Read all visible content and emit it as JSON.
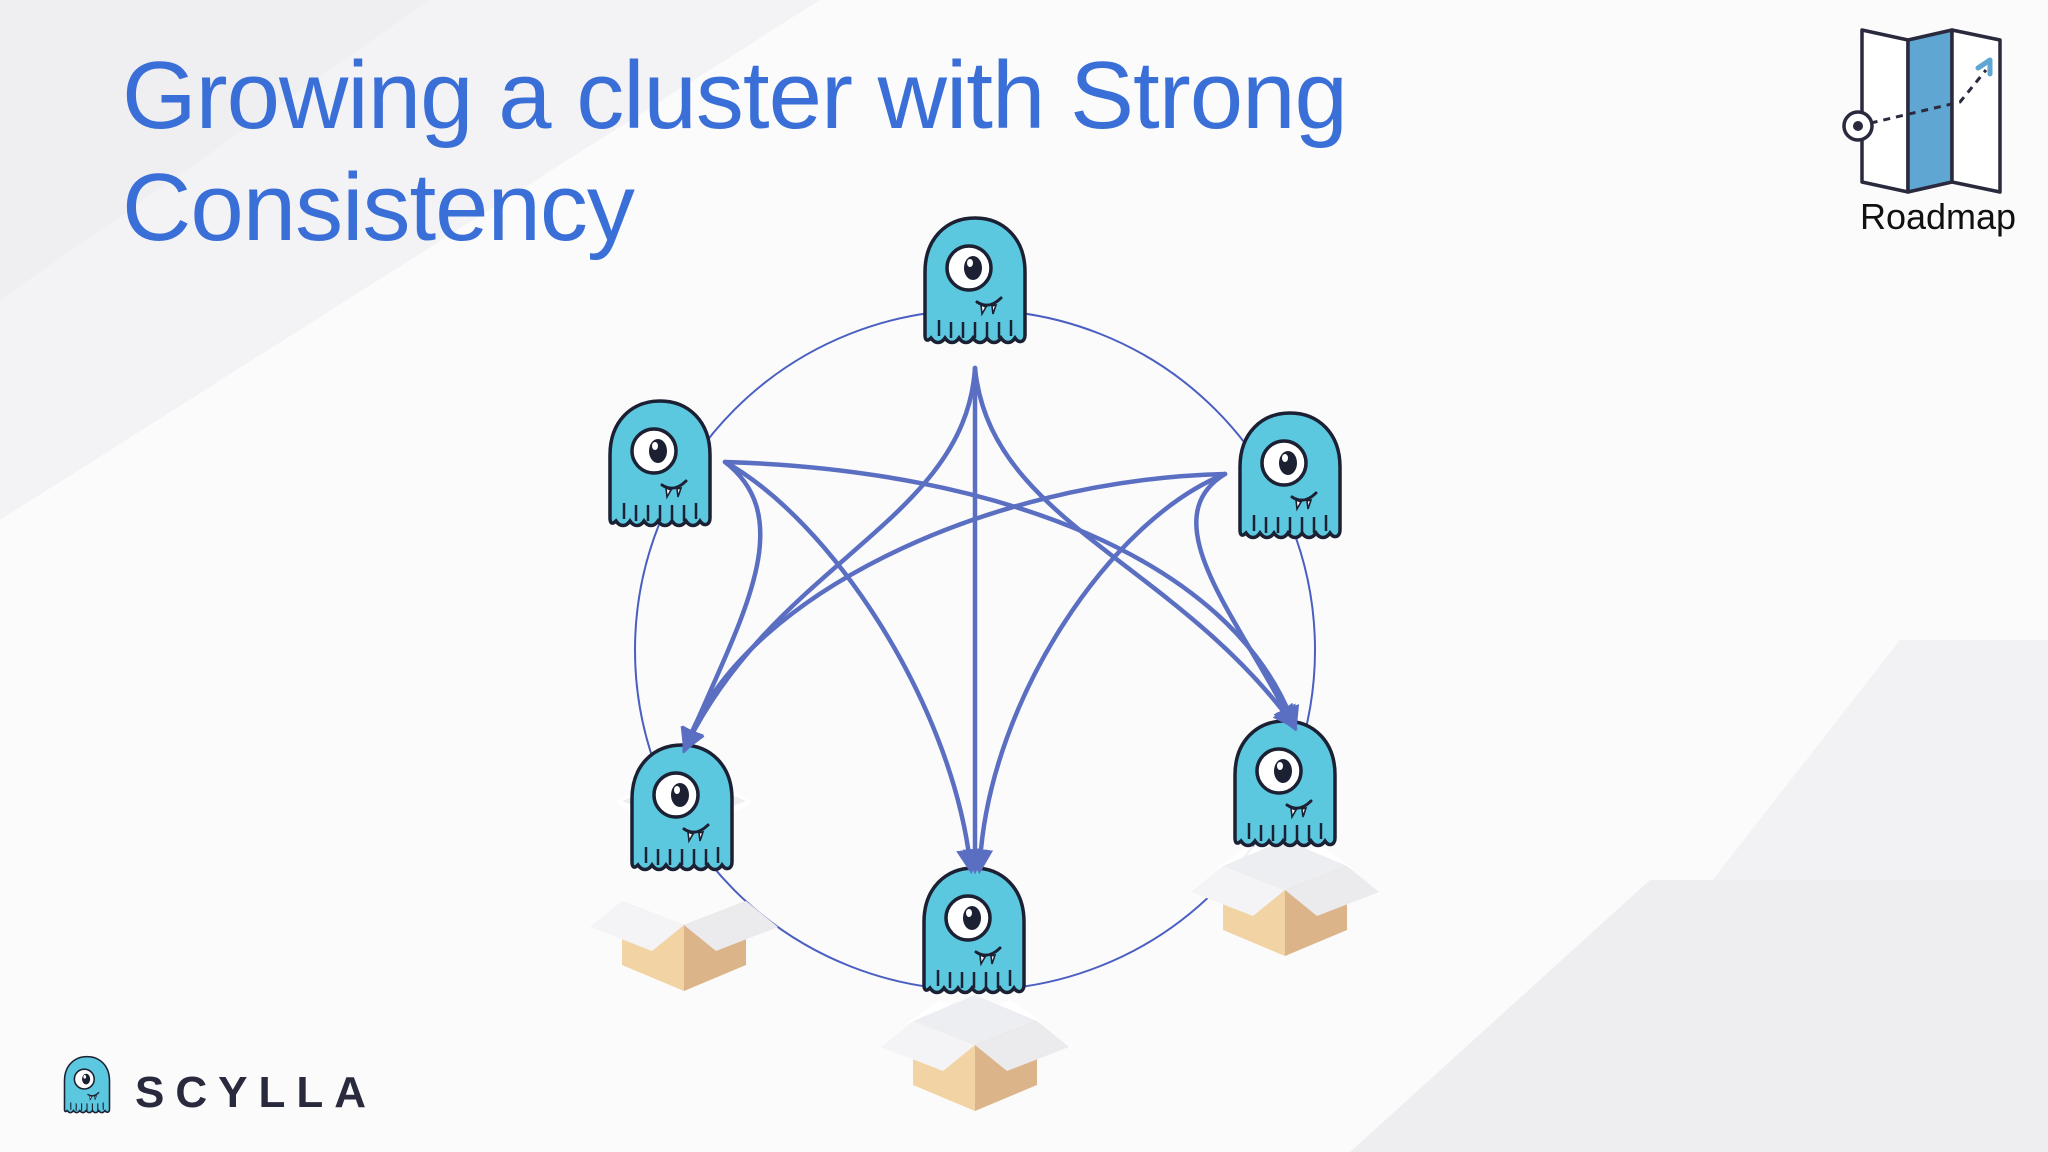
{
  "slide": {
    "title_lines": [
      "Growing a cluster with Strong",
      "Consistency"
    ],
    "roadmap_label": "Roadmap",
    "logo_text": "SCYLLA"
  },
  "diagram": {
    "existing_nodes": 3,
    "new_nodes": 3,
    "nodes": [
      {
        "id": "top",
        "role": "existing"
      },
      {
        "id": "upper-left",
        "role": "existing"
      },
      {
        "id": "upper-right",
        "role": "existing"
      },
      {
        "id": "lower-left",
        "role": "new-in-box"
      },
      {
        "id": "bottom",
        "role": "new-in-box"
      },
      {
        "id": "lower-right",
        "role": "new-in-box"
      }
    ],
    "edges": [
      {
        "from": "top",
        "to": "lower-left"
      },
      {
        "from": "top",
        "to": "bottom"
      },
      {
        "from": "top",
        "to": "lower-right"
      },
      {
        "from": "upper-left",
        "to": "lower-left"
      },
      {
        "from": "upper-left",
        "to": "bottom"
      },
      {
        "from": "upper-left",
        "to": "lower-right"
      },
      {
        "from": "upper-right",
        "to": "lower-left"
      },
      {
        "from": "upper-right",
        "to": "bottom"
      },
      {
        "from": "upper-right",
        "to": "lower-right"
      }
    ],
    "colors": {
      "arrow": "#5b6fc2",
      "ring": "#4a5fc1",
      "mascot": "#5cc8e0",
      "mascot_outline": "#1c2033",
      "box_front": "#f1d3a4",
      "box_side": "#dcb48a",
      "title": "#3a6fd8",
      "roadmap_accent": "#5fa6d3"
    }
  }
}
